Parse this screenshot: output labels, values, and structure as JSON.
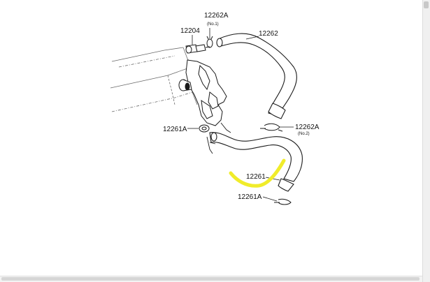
{
  "parts": {
    "p12262a_top": {
      "number": "12262A",
      "note": "(No.1)"
    },
    "p12204": {
      "number": "12204"
    },
    "p12262": {
      "number": "12262"
    },
    "p12262a_side": {
      "number": "12262A",
      "note": "(No.2)"
    },
    "p12261a_upper": {
      "number": "12261A"
    },
    "p12261": {
      "number": "12261"
    },
    "p12261a_lower": {
      "number": "12261A"
    }
  },
  "colors": {
    "line": "#1a1a1a",
    "highlight": "#f0ec2a"
  }
}
